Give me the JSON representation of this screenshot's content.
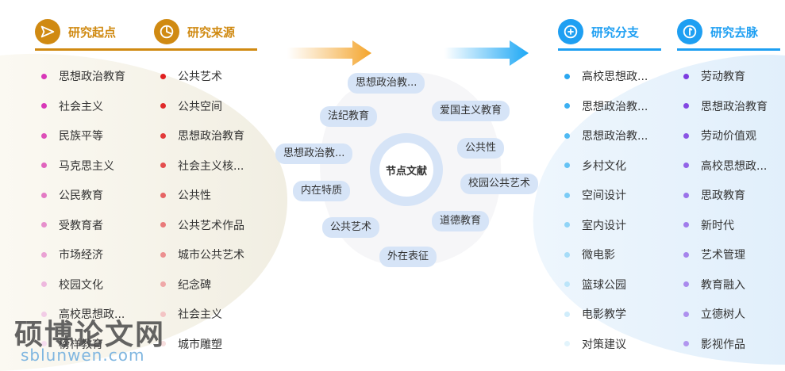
{
  "columns": [
    {
      "title": "研究起点",
      "color": "#d08a12",
      "icon": "send-icon",
      "items": [
        {
          "label": "思想政治教育",
          "dot": "#d838b8"
        },
        {
          "label": "社会主义",
          "dot": "#d838b8"
        },
        {
          "label": "民族平等",
          "dot": "#dd4fb8"
        },
        {
          "label": "马克思主义",
          "dot": "#e064bd"
        },
        {
          "label": "公民教育",
          "dot": "#e37ac4"
        },
        {
          "label": "受教育者",
          "dot": "#e68fcc"
        },
        {
          "label": "市场经济",
          "dot": "#eaa2d4"
        },
        {
          "label": "校园文化",
          "dot": "#eeb8de"
        },
        {
          "label": "高校思想政...",
          "dot": "#f2cce6"
        },
        {
          "label": "榜样教育",
          "dot": "#f5dcee"
        }
      ]
    },
    {
      "title": "研究来源",
      "color": "#d08a12",
      "icon": "pie-chart-icon",
      "items": [
        {
          "label": "公共艺术",
          "dot": "#e02020"
        },
        {
          "label": "公共空间",
          "dot": "#e02a2a"
        },
        {
          "label": "思想政治教育",
          "dot": "#e23a3a"
        },
        {
          "label": "社会主义核...",
          "dot": "#e44e4e"
        },
        {
          "label": "公共性",
          "dot": "#e66464"
        },
        {
          "label": "公共艺术作品",
          "dot": "#e97a7a"
        },
        {
          "label": "城市公共艺术",
          "dot": "#ec9090"
        },
        {
          "label": "纪念碑",
          "dot": "#efa8a8"
        },
        {
          "label": "社会主义",
          "dot": "#f3c4c4"
        },
        {
          "label": "城市雕塑",
          "dot": "#f7dede"
        }
      ]
    },
    {
      "title": "研究分支",
      "color": "#1e9ff2",
      "icon": "plus-circle-icon",
      "items": [
        {
          "label": "高校思想政...",
          "dot": "#2aa7f0"
        },
        {
          "label": "思想政治教...",
          "dot": "#3cb0f2"
        },
        {
          "label": "思想政治教...",
          "dot": "#50baf3"
        },
        {
          "label": "乡村文化",
          "dot": "#64c2f4"
        },
        {
          "label": "空间设计",
          "dot": "#7acbf6"
        },
        {
          "label": "室内设计",
          "dot": "#90d4f7"
        },
        {
          "label": "微电影",
          "dot": "#a6dcf8"
        },
        {
          "label": "篮球公园",
          "dot": "#bce5fa"
        },
        {
          "label": "电影教学",
          "dot": "#d0edfb"
        },
        {
          "label": "对策建议",
          "dot": "#e2f4fc"
        }
      ]
    },
    {
      "title": "研究去脉",
      "color": "#1e9ff2",
      "icon": "compass-icon",
      "items": [
        {
          "label": "劳动教育",
          "dot": "#7d3ce0"
        },
        {
          "label": "思想政治教育",
          "dot": "#8347e2"
        },
        {
          "label": "劳动价值观",
          "dot": "#8a55e4"
        },
        {
          "label": "高校思想政...",
          "dot": "#9264e7"
        },
        {
          "label": "思政教育",
          "dot": "#9a72e9"
        },
        {
          "label": "新时代",
          "dot": "#a07ceb"
        },
        {
          "label": "艺术管理",
          "dot": "#a584ec"
        },
        {
          "label": "教育融入",
          "dot": "#a98aed"
        },
        {
          "label": "立德树人",
          "dot": "#ad90ee"
        },
        {
          "label": "影视作品",
          "dot": "#b196ef"
        }
      ]
    }
  ],
  "center": {
    "label": "节点文献",
    "keywords": [
      "思想政治教...",
      "法纪教育",
      "爱国主义教育",
      "思想政治教...",
      "公共性",
      "内在特质",
      "校园公共艺术",
      "道德教育",
      "公共艺术",
      "外在表征"
    ]
  },
  "watermark": {
    "cn": "硕博论文网",
    "en": "sblunwen.com"
  }
}
